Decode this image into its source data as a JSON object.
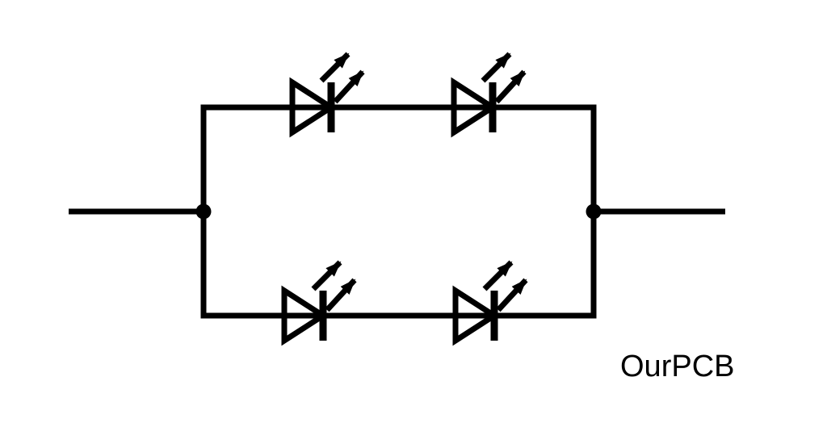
{
  "watermark": {
    "label": "OurPCB"
  },
  "colors": {
    "line": "#000000",
    "background": "#ffffff"
  },
  "circuit": {
    "kind": "series-parallel LED circuit schematic",
    "led_count": 4,
    "branches": [
      {
        "name": "top-branch",
        "leds": [
          "led-top-left",
          "led-top-right"
        ]
      },
      {
        "name": "bottom-branch",
        "leds": [
          "led-bottom-left",
          "led-bottom-right"
        ]
      }
    ],
    "terminals": [
      "left-terminal-wire",
      "right-terminal-wire"
    ],
    "junctions": [
      "junction-dot-left",
      "junction-dot-right"
    ]
  }
}
